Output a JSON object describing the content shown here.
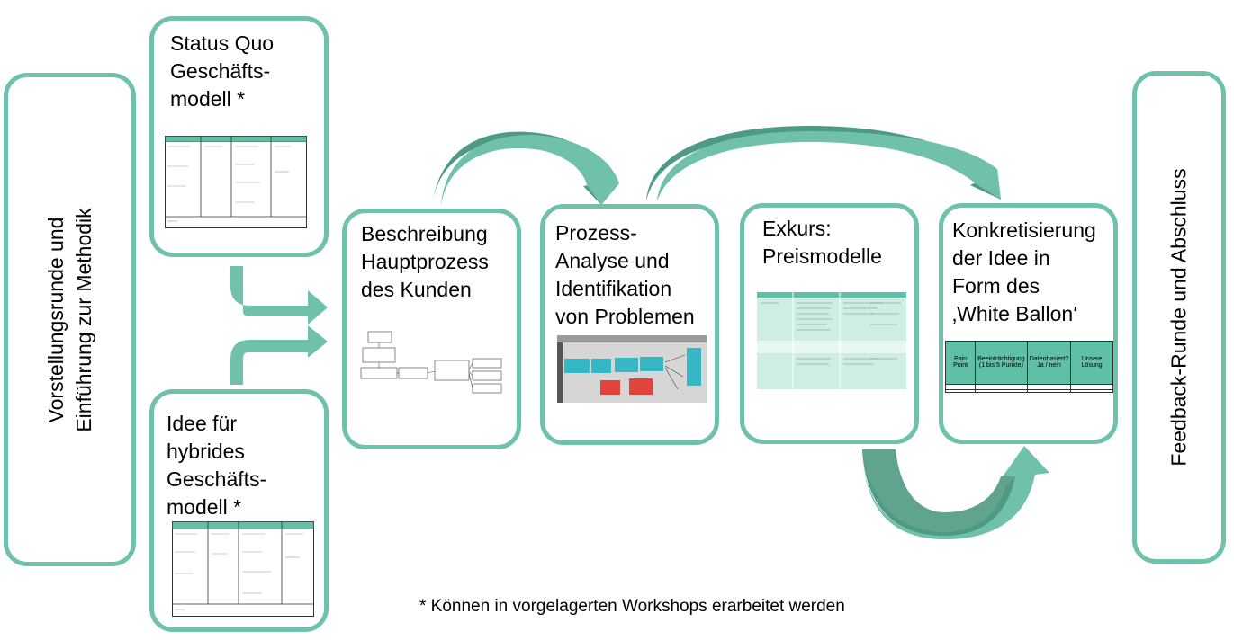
{
  "intro": {
    "label": "Vorstellungsrunde und\nEinführung zur Methodik"
  },
  "status_quo": {
    "label": "Status Quo\nGeschäfts-\nmodell *"
  },
  "idee": {
    "label": "Idee für\nhybrides\nGeschäfts-\nmodell *"
  },
  "beschreibung": {
    "label": "Beschreibung\nHauptprozess\ndes Kunden"
  },
  "prozess": {
    "label": "Prozess-\nAnalyse und\nIdentifikation\nvon Problemen"
  },
  "exkurs": {
    "label": "Exkurs:\nPreismodelle"
  },
  "konkret": {
    "label": "Konkretisierung\nder Idee in\nForm des\n‚White Ballon‘",
    "table": {
      "headers": [
        "Pain Point",
        "Beeinträchtigung\n(1 bis 5 Punkte)",
        "Datenbasiert?\nJa / nein",
        "Unsere Lösung"
      ],
      "rows": 3
    }
  },
  "feedback": {
    "label": "Feedback-Runde und Abschluss"
  },
  "footnote": "* Können in vorgelagerten Workshops erarbeitet werden",
  "colors": {
    "accent": "#6fc1aa",
    "arrow_light": "#6fc1aa",
    "arrow_dark": "#4f9a84"
  }
}
